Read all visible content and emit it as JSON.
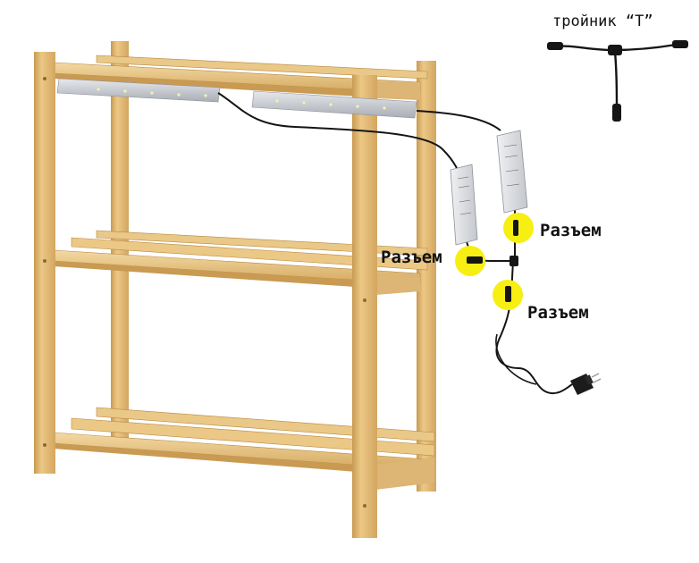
{
  "tee_title": "тройник “T”",
  "connector_labels": [
    "Разъем",
    "Разъем",
    "Разъем"
  ],
  "colors": {
    "wood": "#e2ba78",
    "wood_dark": "#b98a44",
    "wood_light": "#f0d49a",
    "led_strip": "#c9ccd2",
    "driver": "#dfe1e4",
    "cable": "#151515",
    "highlight": "#f7ee12"
  },
  "icons": [
    "wooden-shelf-rack",
    "led-strip-light",
    "power-driver",
    "t-splitter-cable",
    "power-plug"
  ]
}
